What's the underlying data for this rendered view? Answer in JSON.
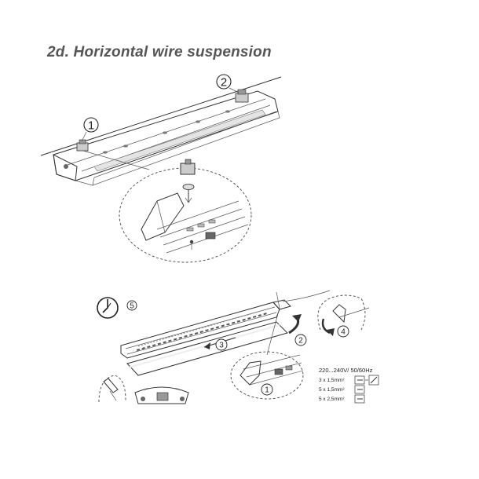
{
  "title": "2d. Horizontal wire suspension",
  "top_steps": [
    "1",
    "2"
  ],
  "bottom_steps": [
    "1",
    "2",
    "3",
    "4",
    "5"
  ],
  "wiring": {
    "voltage": "220...240V/  50/60Hz",
    "rows": [
      "3 x 1,5mm²",
      "5 x 1,5mm²",
      "5 x 2,5mm²"
    ]
  }
}
